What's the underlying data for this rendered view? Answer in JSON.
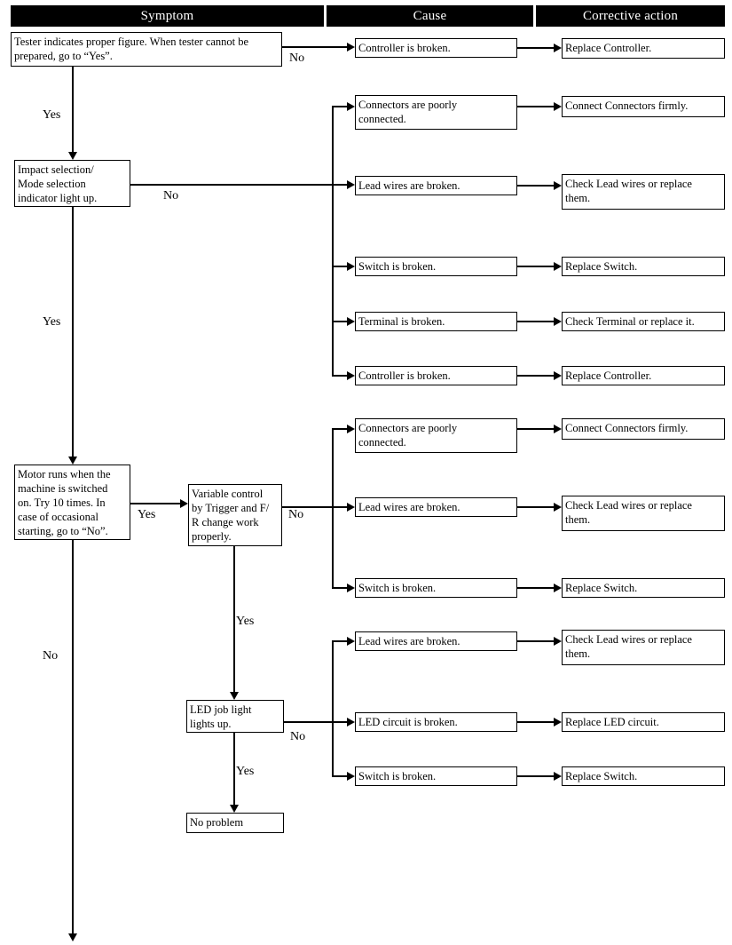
{
  "header": {
    "symptom": "Symptom",
    "cause": "Cause",
    "corrective": "Corrective action"
  },
  "symptoms": {
    "tester": "Tester indicates proper figure. When tester cannot be\nprepared, go to “Yes”.",
    "impact": "Impact selection/\nMode selection\nindicator light up.",
    "motor": "Motor runs when the\nmachine is switched\non. Try 10 times. In\ncase of occasional\nstarting, go to “No”."
  },
  "decisions": {
    "variable": "Variable control\nby Trigger and F/\nR change work\nproperly.",
    "led": "LED job light\nlights up.",
    "no_problem": "No problem"
  },
  "rows": {
    "r1": {
      "cause": "Controller is broken.",
      "action": "Replace Controller."
    },
    "r2a": {
      "cause": "Connectors are poorly\nconnected.",
      "action": "Connect Connectors firmly."
    },
    "r2b": {
      "cause": "Lead wires are broken.",
      "action": "Check Lead wires or replace\nthem."
    },
    "r2c": {
      "cause": "Switch is broken.",
      "action": "Replace Switch."
    },
    "r2d": {
      "cause": "Terminal is broken.",
      "action": "Check Terminal or replace it."
    },
    "r2e": {
      "cause": "Controller is broken.",
      "action": "Replace Controller."
    },
    "r3a": {
      "cause": "Connectors are poorly\nconnected.",
      "action": "Connect Connectors firmly."
    },
    "r3b": {
      "cause": "Lead wires are broken.",
      "action": "Check Lead wires or replace\nthem."
    },
    "r3c": {
      "cause": "Switch is broken.",
      "action": "Replace Switch."
    },
    "r4a": {
      "cause": "Lead wires are broken.",
      "action": "Check Lead wires or replace\nthem."
    },
    "r4b": {
      "cause": "LED circuit is broken.",
      "action": "Replace LED circuit."
    },
    "r4c": {
      "cause": "Switch is broken.",
      "action": "Replace Switch."
    }
  },
  "labels": {
    "yes": "Yes",
    "no": "No"
  },
  "colors": {
    "background": "#ffffff",
    "line": "#000000",
    "header_bg": "#000000",
    "header_text": "#ffffff"
  }
}
